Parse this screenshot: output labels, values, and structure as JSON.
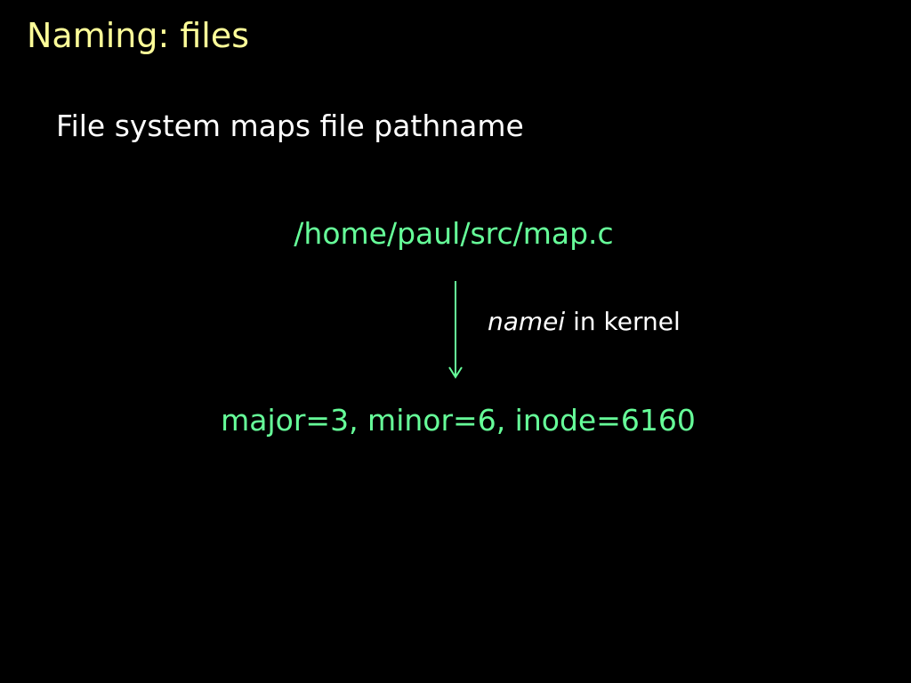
{
  "slide": {
    "title": "Naming: files",
    "bullet": "File system maps file pathname",
    "path": "/home/paul/src/map.c",
    "annotation": {
      "italic_part": "namei",
      "rest": " in kernel"
    },
    "result": "major=3, minor=6, inode=6160",
    "colors": {
      "background": "#000000",
      "title": "#ffff99",
      "body_text": "#ffffff",
      "highlight": "#66ff99"
    }
  }
}
